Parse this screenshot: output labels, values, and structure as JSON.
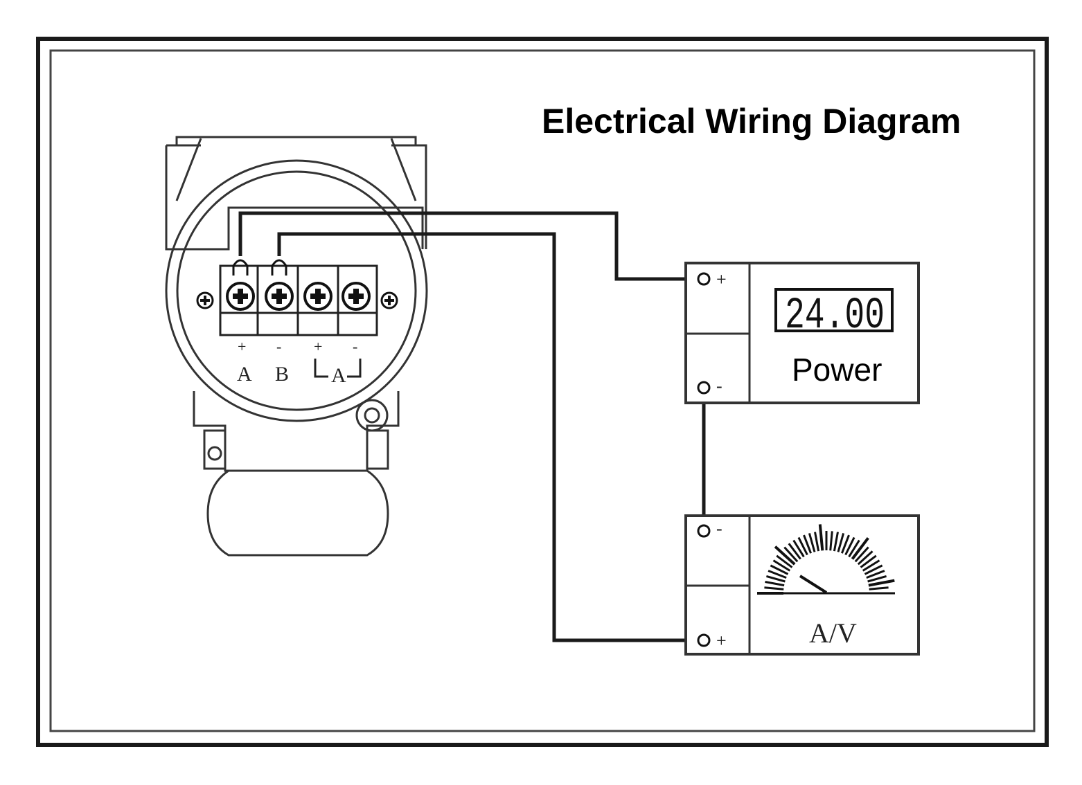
{
  "title": "Electrical Wiring Diagram",
  "transmitter": {
    "terminal_polarities": [
      "+",
      "-",
      "+",
      "-"
    ],
    "label_a": "A",
    "label_b": "B",
    "label_group": "A"
  },
  "power_supply": {
    "display_value": "24.00",
    "label": "Power",
    "plus_symbol": "+",
    "minus_symbol": "-"
  },
  "meter": {
    "label": "A/V",
    "plus_symbol": "+",
    "minus_symbol": "-"
  },
  "colors": {
    "line": "#1a1a1a",
    "background": "#ffffff"
  }
}
